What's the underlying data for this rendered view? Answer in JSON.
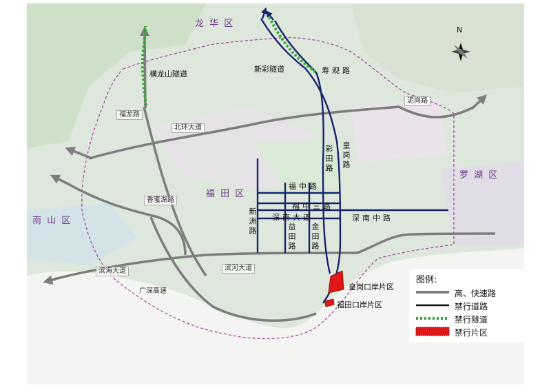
{
  "map": {
    "districts": {
      "longhua": "龙 华 区",
      "futian": "福 田 区",
      "luohu": "罗 湖 区",
      "nanshan": "南 山 区"
    },
    "compass": {
      "north_label": "N"
    },
    "tunnels": {
      "henglongshan": "横龙山隧道",
      "xincai": "新彩隧道"
    },
    "roads": {
      "shouguan": "寿观路",
      "fulong": "福龙路",
      "beihuan": "北环大道",
      "nigang": "泥岗路",
      "caitian": "彩田路",
      "huanggang": "皇岗路",
      "xiangmihu": "香蜜湖路",
      "fuzhong": "福中路",
      "fuzhong_san": "福中三路",
      "shennan": "深南中路",
      "shennan_da": "深南大道",
      "xinzhou": "新洲路",
      "yitian": "益田路",
      "jintian": "金田路",
      "binhai": "滨海大道",
      "binhe": "滨河大道",
      "guangshen": "广深高速"
    },
    "zones": {
      "huanggang_port": "皇岗口岸片区",
      "futian_port": "福田口岸片区"
    },
    "colors": {
      "expressway": "#7d7d7d",
      "restricted_road": "#17246b",
      "tunnel": "#2ea82e",
      "zone": "#e01818",
      "boundary": "#a33a9a",
      "water": "#f3f4f2"
    }
  },
  "legend": {
    "title": "图例:",
    "items": [
      {
        "key": "expressway",
        "label": "高、快速路"
      },
      {
        "key": "restricted_road",
        "label": "禁行道路"
      },
      {
        "key": "tunnel",
        "label": "禁行隧道"
      },
      {
        "key": "zone",
        "label": "禁行片区"
      }
    ]
  }
}
